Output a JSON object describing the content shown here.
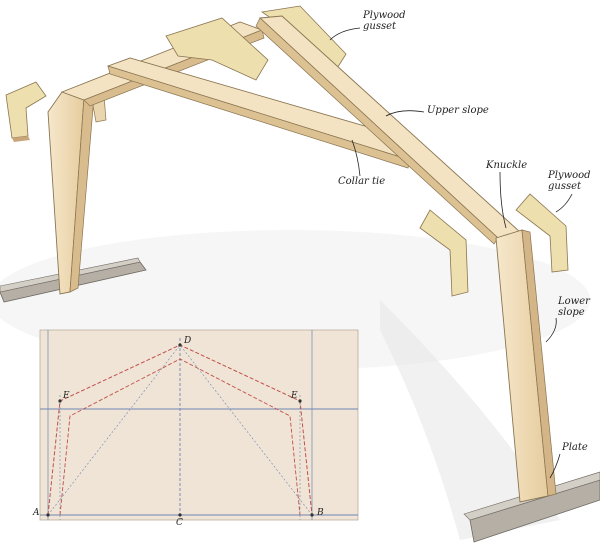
{
  "callouts": {
    "plywood_gusset_top": [
      "Plywood",
      "gusset"
    ],
    "upper_slope": "Upper slope",
    "collar_tie": "Collar tie",
    "knuckle": "Knuckle",
    "plywood_gusset_right": [
      "Plywood",
      "gusset"
    ],
    "lower_slope": [
      "Lower",
      "slope"
    ],
    "plate": "Plate"
  },
  "layout_points": {
    "a": "A",
    "b": "B",
    "c": "C",
    "d": "D",
    "e_left": "E",
    "e_right": "E"
  },
  "colors": {
    "wood_light": "#f4e4c6",
    "wood_mid": "#e8cfa4",
    "wood_dark": "#c9a679",
    "plywood": "#eedfae",
    "plate": "#b8b2a8",
    "layout_bg": "#efe4d5",
    "layout_blue": "#6f86b3",
    "layout_red": "#c0504d"
  }
}
